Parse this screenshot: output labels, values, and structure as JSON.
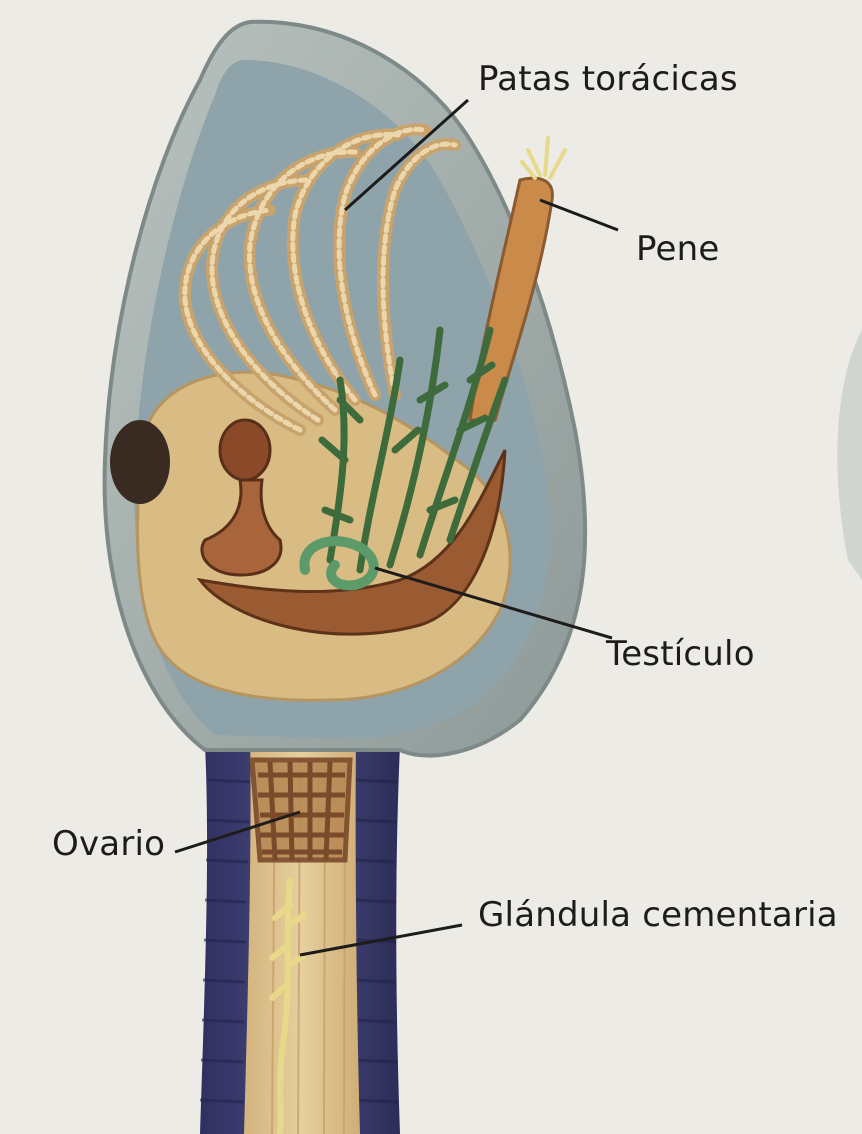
{
  "labels": {
    "thoracic_legs": "Patas torácicas",
    "penis": "Pene",
    "testicle": "Testículo",
    "ovary": "Ovario",
    "cement_gland": "Glándula cementaria"
  },
  "colors": {
    "background": "#ecebe6",
    "shell_outer": "#9aa5a3",
    "mantle_blue": "#8fa3ab",
    "body_tan": "#d9bb84",
    "legs": "#e2c79a",
    "gut_brown": "#9a5a32",
    "testis_green": "#3d6b3c",
    "peduncle_purple": "#3c3d69",
    "ovary_brown": "#7a4a2a",
    "gland_yellow": "#e8d98a",
    "leader_line": "#1d1c1a"
  }
}
